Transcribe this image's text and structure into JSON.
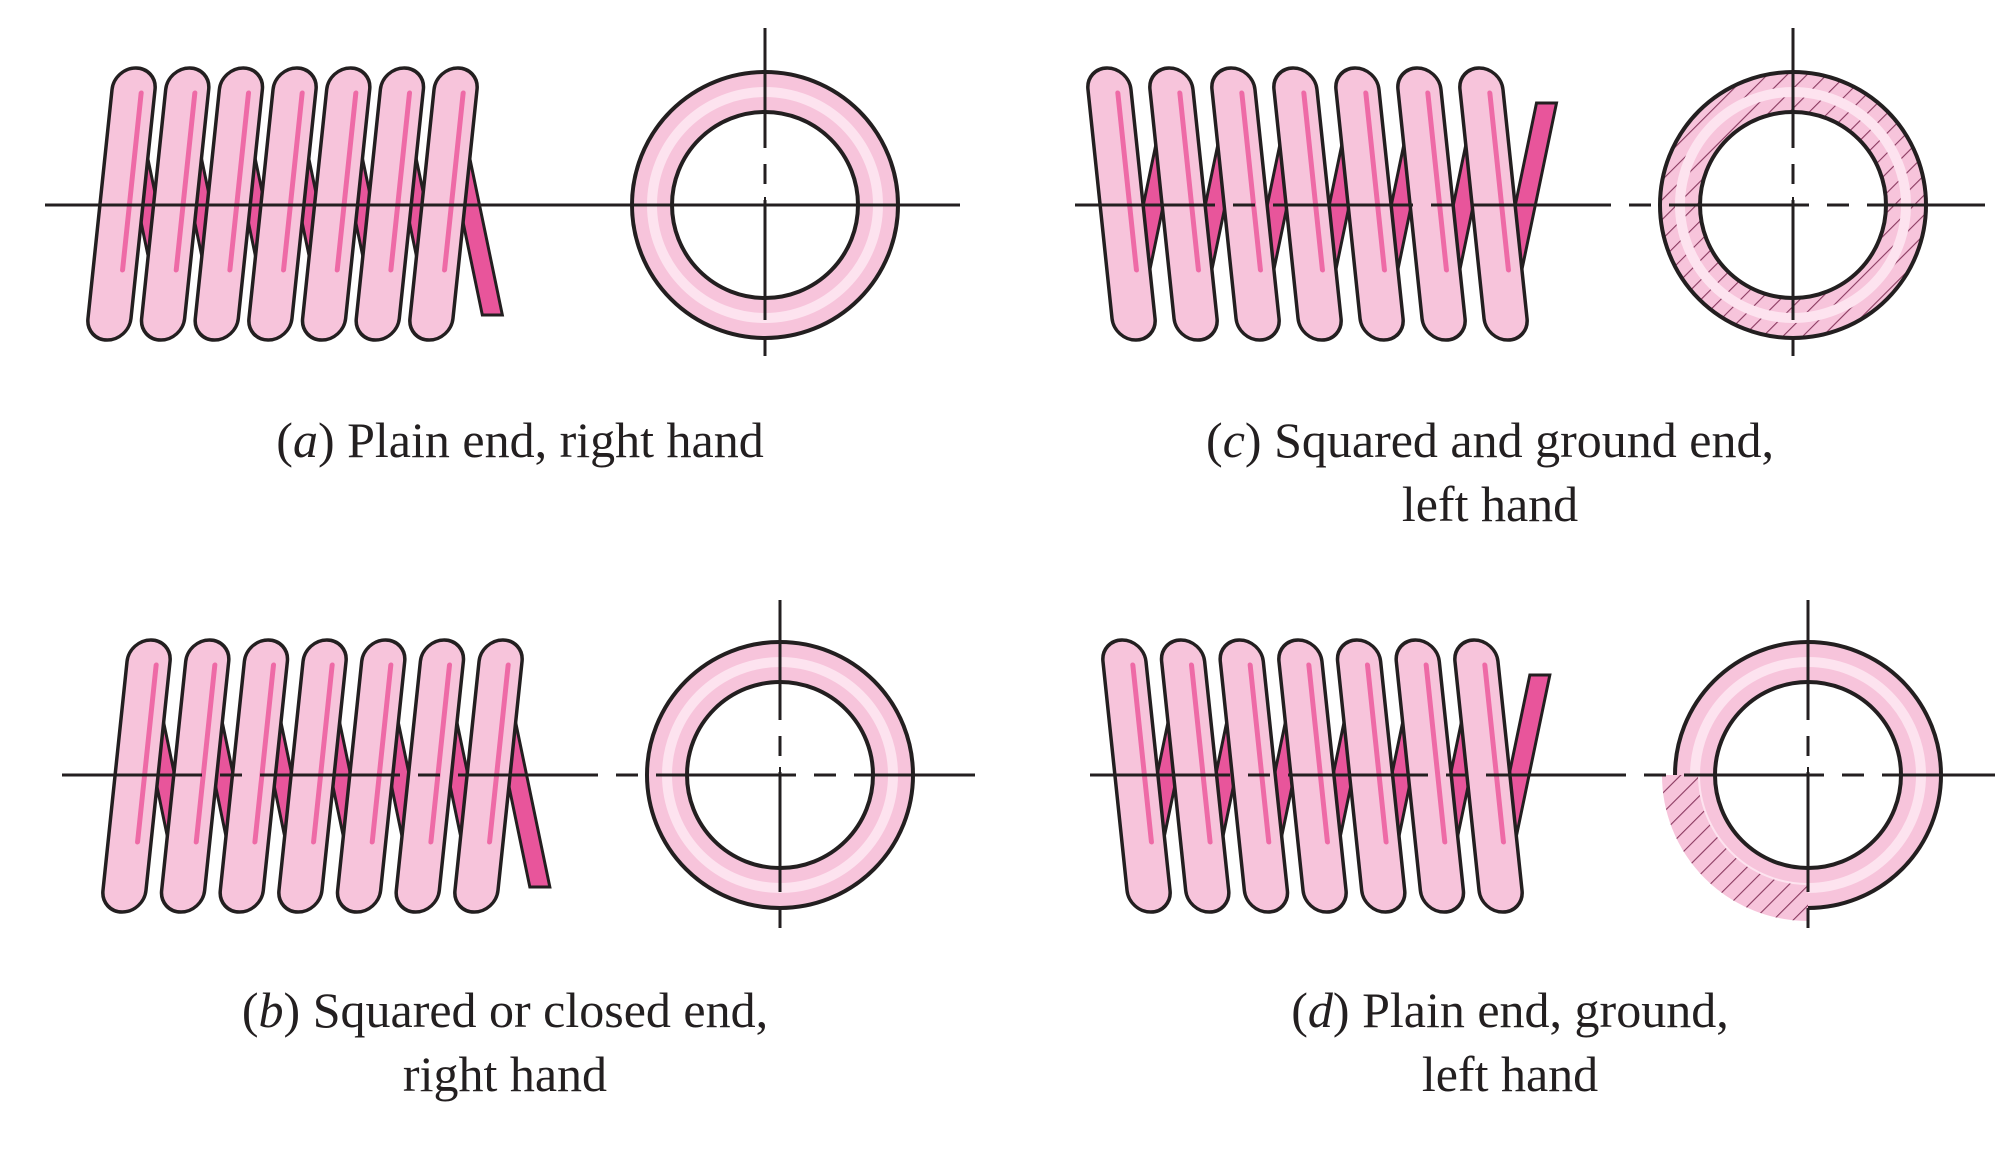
{
  "colors": {
    "outline": "#231f20",
    "coil_fill": "#f7c4db",
    "coil_highlight": "#fde3ef",
    "coil_shadow": "#ee6aa6",
    "back_coil": "#e8559b",
    "hatch": "#8a3a60"
  },
  "panels": [
    {
      "id": "a",
      "letter": "a",
      "line1": " Plain end, right hand",
      "line2": ""
    },
    {
      "id": "b",
      "letter": "b",
      "line1": " Squared or closed end,",
      "line2": "right hand"
    },
    {
      "id": "c",
      "letter": "c",
      "line1": " Squared and ground end,",
      "line2": "left hand"
    },
    {
      "id": "d",
      "letter": "d",
      "line1": " Plain end, ground,",
      "line2": "left hand"
    }
  ]
}
